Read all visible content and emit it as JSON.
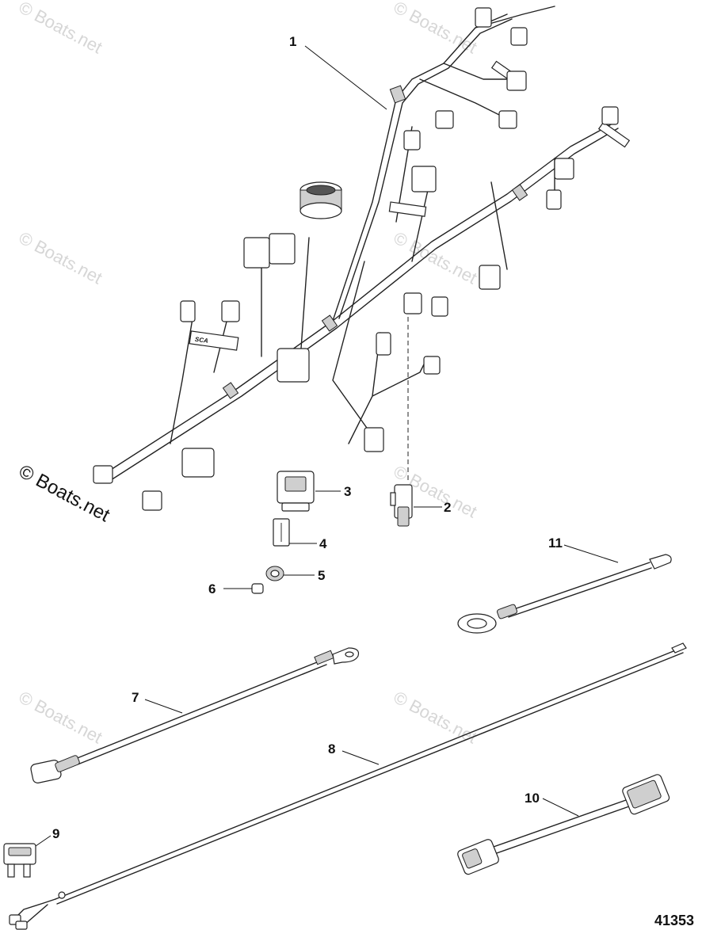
{
  "watermark": "© Boats.net",
  "figure_number": "41353",
  "harness_tag": "SCA",
  "callouts": [
    {
      "id": "c1",
      "label": "1"
    },
    {
      "id": "c2",
      "label": "2"
    },
    {
      "id": "c3",
      "label": "3"
    },
    {
      "id": "c4",
      "label": "4"
    },
    {
      "id": "c5",
      "label": "5"
    },
    {
      "id": "c6",
      "label": "6"
    },
    {
      "id": "c7",
      "label": "7"
    },
    {
      "id": "c8",
      "label": "8"
    },
    {
      "id": "c9",
      "label": "9"
    },
    {
      "id": "c10",
      "label": "10"
    },
    {
      "id": "c11",
      "label": "11"
    }
  ]
}
